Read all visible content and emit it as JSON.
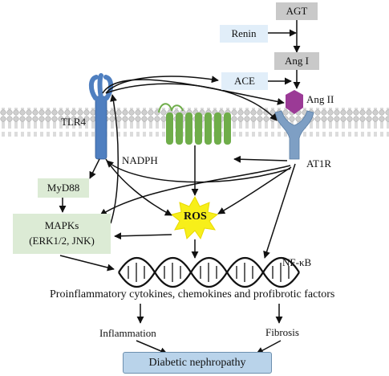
{
  "nodes": {
    "agt": "AGT",
    "renin": "Renin",
    "ang1": "Ang I",
    "ace": "ACE",
    "ang2": "Ang II",
    "tlr4": "TLR4",
    "nadph": "NADPH",
    "at1r": "AT1R",
    "myd88": "MyD88",
    "mapks_line1": "MAPKs",
    "mapks_line2": "(ERK1/2, JNK)",
    "ros": "ROS",
    "nfkb": "NF-κB",
    "cytokines": "Proinflammatory cytokines, chemokines and profibrotic factors",
    "inflammation": "Inflammation",
    "fibrosis": "Fibrosis",
    "diabetic_nephropathy": "Diabetic nephropathy"
  },
  "colors": {
    "tlr4_receptor": "#4f7fc0",
    "nadph_oxidase": "#6fad4a",
    "at1r_receptor": "#7e9fc4",
    "ang2_ligand": "#9b3a96",
    "ros_burst": "#f7ef1a",
    "membrane": "#c8c8c8",
    "grey_box": "#c9c9c9",
    "blue_box": "#e1eef9",
    "green_box": "#dcebd5",
    "outcome_box": "#b9d3ea"
  }
}
